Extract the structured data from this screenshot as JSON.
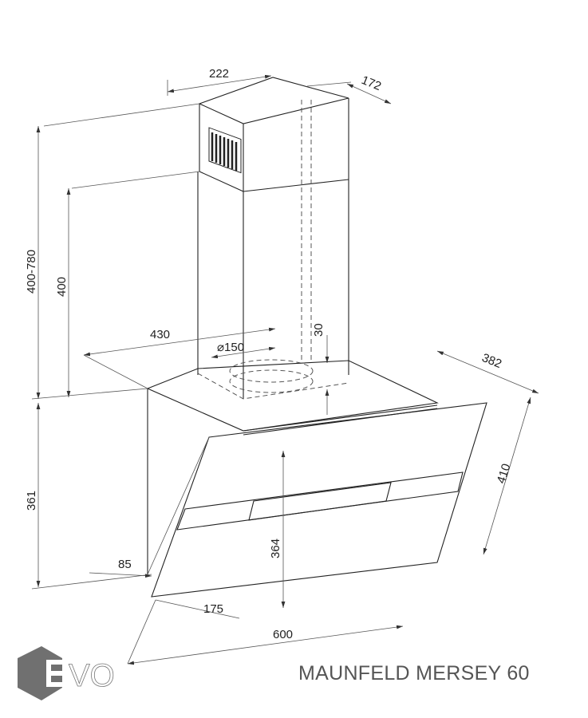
{
  "product_title": "MAUNFELD MERSEY 60",
  "logo": {
    "text": "EVO",
    "color": "#707070"
  },
  "dimensions": {
    "chimney_width": "222",
    "chimney_depth": "172",
    "total_height_range": "400-780",
    "chimney_lower_height": "400",
    "hood_top_width": "430",
    "duct_diameter": "⌀150",
    "duct_offset": "30",
    "hood_depth": "382",
    "hood_body_height": "361",
    "panel_height": "410",
    "panel_inner_height": "364",
    "bottom_depth": "85",
    "bottom_offset": "175",
    "overall_width": "600"
  }
}
